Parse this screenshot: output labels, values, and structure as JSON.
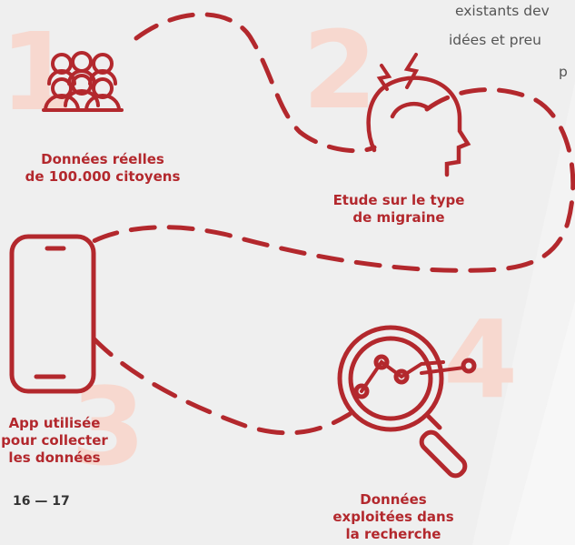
{
  "intro_lines": [
    "existants dev",
    "idées et preu",
    "p"
  ],
  "steps": [
    {
      "number": "1",
      "label_lines": [
        "Données réelles",
        "de 100.000 citoyens"
      ]
    },
    {
      "number": "2",
      "label_lines": [
        "Etude sur le type",
        "de migraine"
      ]
    },
    {
      "number": "3",
      "label_lines": [
        "App utilisée",
        "pour collecter",
        "les données"
      ]
    },
    {
      "number": "4",
      "label_lines": [
        "Données",
        "exploitées dans",
        "la recherche"
      ]
    }
  ],
  "page_numbers": "16 — 17",
  "colors": {
    "accent": "#b3282d",
    "number_tint": "#f7d8cf",
    "text": "#555555"
  },
  "icons": [
    "people-group-icon",
    "head-migraine-icon",
    "smartphone-icon",
    "magnifier-chart-icon"
  ]
}
